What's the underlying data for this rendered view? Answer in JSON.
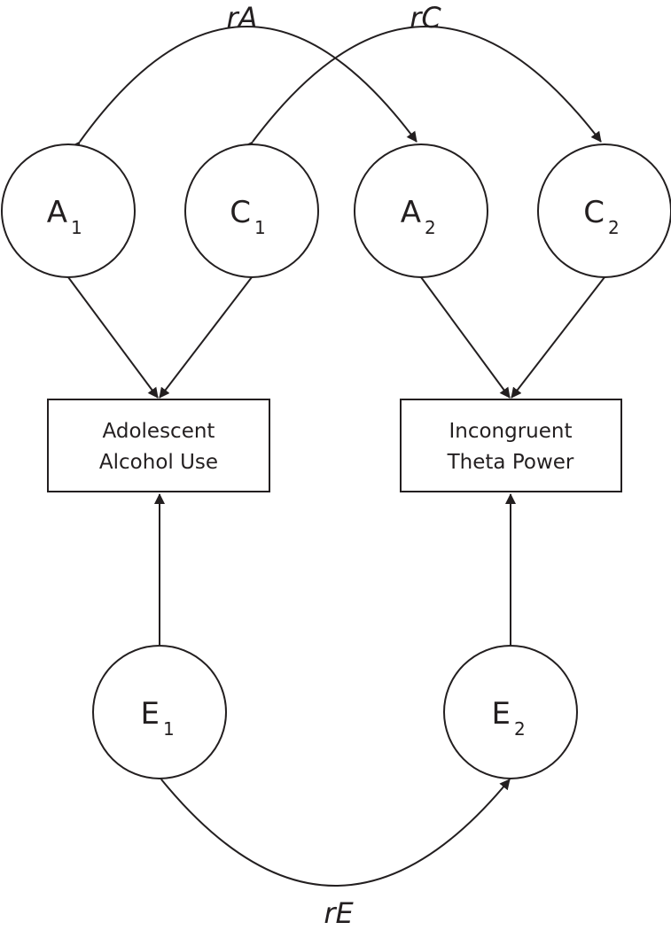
{
  "latent_factors": {
    "a1": {
      "letter": "A",
      "subscript": "1"
    },
    "c1": {
      "letter": "C",
      "subscript": "1"
    },
    "a2": {
      "letter": "A",
      "subscript": "2"
    },
    "c2": {
      "letter": "C",
      "subscript": "2"
    },
    "e1": {
      "letter": "E",
      "subscript": "1"
    },
    "e2": {
      "letter": "E",
      "subscript": "2"
    }
  },
  "observed": {
    "left": {
      "line1": "Adolescent",
      "line2": "Alcohol Use"
    },
    "right": {
      "line1": "Incongruent",
      "line2": "Theta Power"
    }
  },
  "correlations": {
    "additive_genetic": "rA",
    "shared_environment": "rC",
    "unique_environment": "rE"
  },
  "colors": {
    "stroke": "#231f20",
    "fill": "#ffffff"
  }
}
